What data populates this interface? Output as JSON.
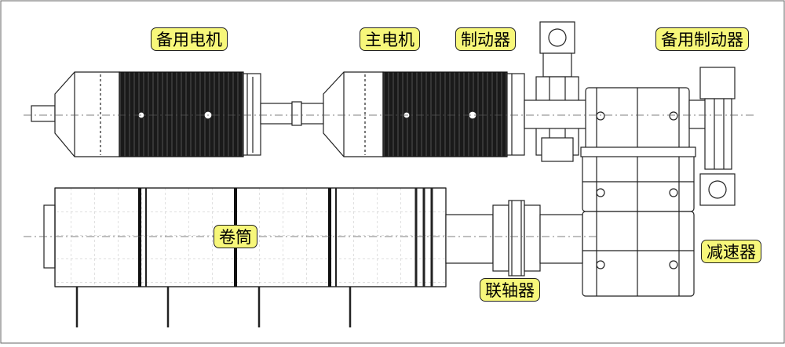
{
  "labels": {
    "spare_motor": "备用电机",
    "main_motor": "主电机",
    "brake": "制动器",
    "spare_brake": "备用制动器",
    "drum": "卷筒",
    "gearbox": "减速器",
    "coupling": "联轴器"
  },
  "colors": {
    "label_fill": "#f7f77a",
    "motor_fin": "#1a1a1a",
    "line": "#222222",
    "centerline": "#555555"
  }
}
